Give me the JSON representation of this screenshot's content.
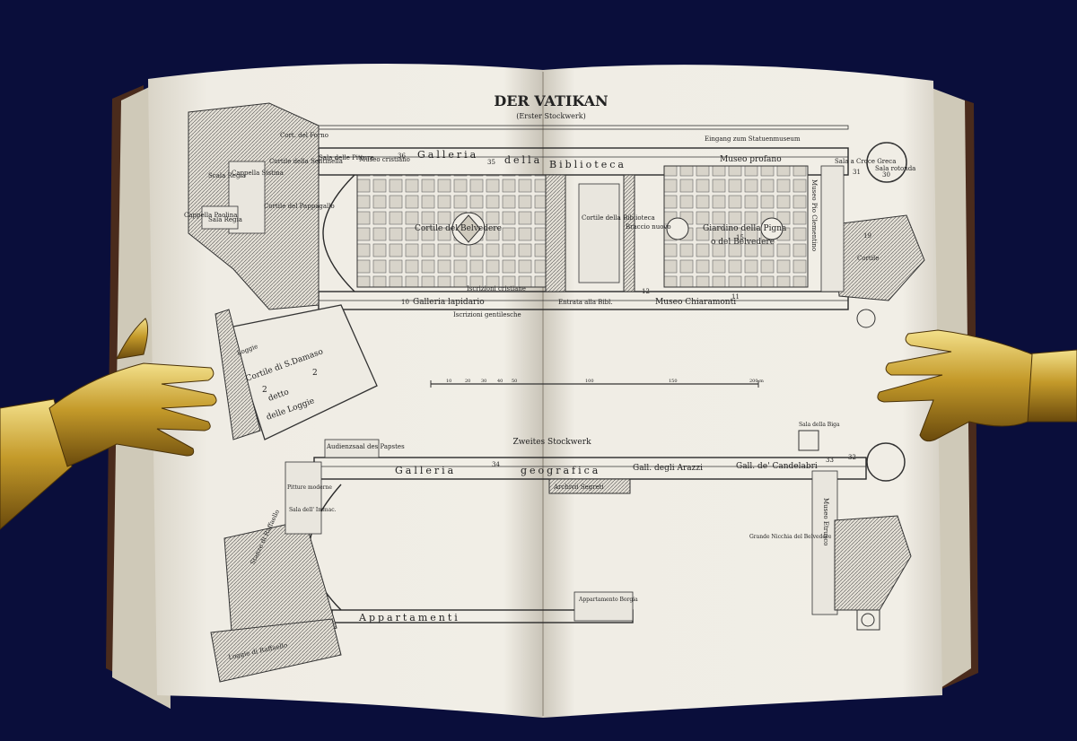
{
  "map": {
    "title": "DER VATIKAN",
    "subtitle": "(Erster Stockwerk)",
    "second_floor_title": "Zweites Stockwerk",
    "scale_end": "200 m",
    "scale_ticks": [
      "10",
      "20",
      "30",
      "40",
      "50",
      "100",
      "150"
    ],
    "first_floor_labels": {
      "cort_forno": "Cort. del Forno",
      "galleria_top": "Galleria",
      "della": "della",
      "biblioteca": "Biblioteca",
      "museo_profano": "Museo profano",
      "sala_rotonda": "Sala rotonda",
      "croce_greca": "Sala a Croce Greca",
      "cortile_belvedere": "Cortile del Belvedere",
      "cortile_biblioteca": "Cortile della Biblioteca",
      "braccio_nuovo": "Braccio nuovo",
      "giardino": "Giardino della Pigna",
      "giardino2": "o del Belvedere",
      "galleria_lapidario": "Galleria lapidario",
      "iscrizioni": "Iscrizioni cristiane",
      "iscrizioni_gentilesche": "Iscrizioni gentilesche",
      "museo_chiaramonti": "Museo Chiaramonti",
      "museo_cristiano": "Museo cristiano",
      "sala_pitture": "Sala delle Pitture",
      "cappella_sistina": "Cappella Sistina",
      "cortile_sentinella": "Cortile della Sentinella",
      "sala_regia": "Sala Regia",
      "cappella_paolina": "Cappella Paolina",
      "cortile_pappagallo": "Cortile del Pappagallo",
      "cortile_damaso": "Cortile di S.Damaso",
      "detto": "detto",
      "delle_loggie": "delle Loggie",
      "loggie": "Loggie",
      "museo_pio": "Museo Pio Clementino",
      "cortile_ottagono": "Cortile",
      "scala_regia": "Scala Regia",
      "entrata": "Entrata alla Bibl.",
      "eingang": "Eingang zum Statuenmuseum",
      "numbers": [
        "36",
        "35",
        "12",
        "10",
        "11",
        "30",
        "31",
        "2",
        "2",
        "15",
        "19"
      ]
    },
    "second_floor_labels": {
      "audiensaal": "Audienzsaal des Papstes",
      "galleria": "Galleria",
      "geografica": "geografica",
      "num34": "34",
      "arazzi": "Gall. degli Arazzi",
      "candelabri": "Gall. de' Candelabri",
      "num33": "33",
      "num32": "32",
      "sala_biga": "Sala della Biga",
      "archivii": "Archivii Segreti",
      "museo_etrusco": "Museo Etrusco",
      "grande_nicchia": "Grande Nicchia del Belvedere",
      "appartamenti": "Appartamenti",
      "borgia": "Appartamento Borgia",
      "stanze": "Stanze di Raffaello",
      "loggie_raffaello": "Loggie di Raffaello",
      "pitture_moderne": "Pitture moderne",
      "sala_immac": "Sala dell' Immac."
    }
  }
}
